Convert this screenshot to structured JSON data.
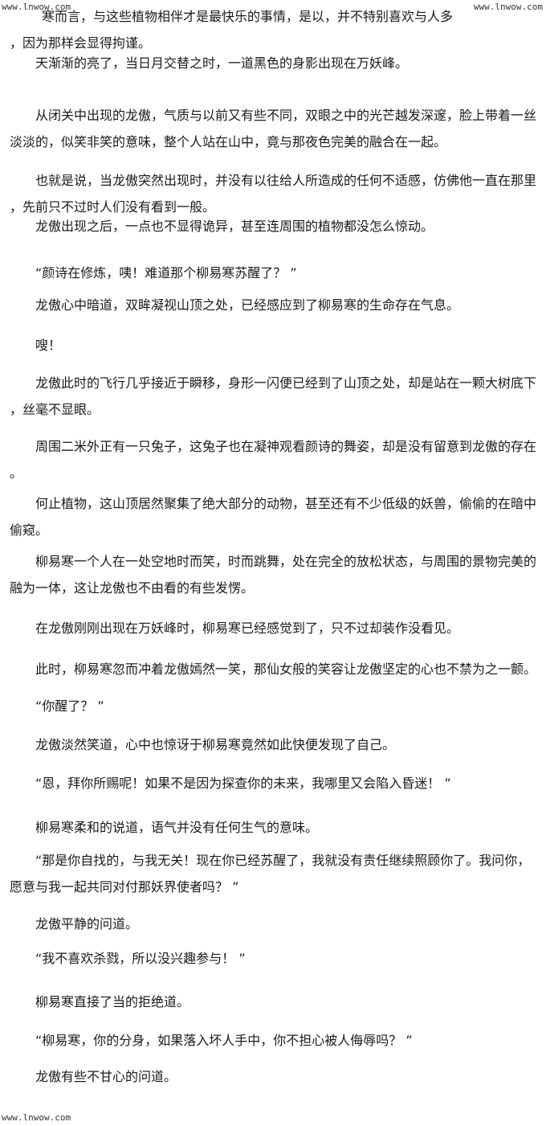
{
  "watermarks": {
    "top_left": "www.lnwow.com",
    "top_right": "www.lnwow.com",
    "bottom_left": "www.lnwow.com"
  },
  "paragraphs": [
    [
      "      寒而言，与这些植物相伴才是最快乐的事情，是以，并不特别喜欢与人多",
      "，因为那样会显得拘谨。"
    ],
    [
      "　　天渐渐的亮了，当日月交替之时，一道黑色的身影出现在万妖峰。"
    ],
    [
      "　　从闭关中出现的龙傲，气质与以前又有些不同，双眼之中的光芒越发深邃，脸上带着一丝",
      "淡淡的，似笑非笑的意味，整个人站在山中，竟与那夜色完美的融合在一起。"
    ],
    [
      "　　也就是说，当龙傲突然出现时，并没有以往给人所造成的任何不适感，仿佛他一直在那里",
      "，先前只不过时人们没有看到一般。"
    ],
    [
      "　　龙傲出现之后，一点也不显得诡异，甚至连周围的植物都没怎么惊动。"
    ],
    [
      "　　“颜诗在修炼，咦！难道那个柳易寒苏醒了？ ”"
    ],
    [
      "　　龙傲心中暗道，双眸凝视山顶之处，已经感应到了柳易寒的生命存在气息。"
    ],
    [
      "　　嗖！"
    ],
    [
      "　　龙傲此时的飞行几乎接近于瞬移，身形一闪便已经到了山顶之处，却是站在一颗大树底下",
      "，丝毫不显眼。"
    ],
    [
      "　　周围二米外正有一只兔子，这兔子也在凝神观看颜诗的舞姿，却是没有留意到龙傲的存在",
      "。"
    ],
    [
      "　　何止植物，这山顶居然聚集了绝大部分的动物，甚至还有不少低级的妖兽，偷偷的在暗中",
      "偷窥。"
    ],
    [
      "　　柳易寒一个人在一处空地时而笑，时而跳舞，处在完全的放松状态，与周围的景物完美的",
      "融为一体，这让龙傲也不由看的有些发愣。"
    ],
    [
      "　　在龙傲刚刚出现在万妖峰时，柳易寒已经感觉到了，只不过却装作没看见。"
    ],
    [
      "　　此时，柳易寒忽而冲着龙傲嫣然一笑，那仙女般的笑容让龙傲坚定的心也不禁为之一颤。"
    ],
    [
      "　　“你醒了？ ”"
    ],
    [
      "　　龙傲淡然笑道，心中也惊讶于柳易寒竟然如此快便发现了自己。"
    ],
    [
      "　　“恩，拜你所赐呢！如果不是因为探查你的未来，我哪里又会陷入昏迷！ ”"
    ],
    [
      "　　柳易寒柔和的说道，语气并没有任何生气的意味。"
    ],
    [
      "　　“那是你自找的，与我无关！现在你已经苏醒了，我就没有责任继续照顾你了。我问你，",
      "愿意与我一起共同对付那妖界使者吗？ ”"
    ],
    [
      "　　龙傲平静的问道。"
    ],
    [
      "　　“我不喜欢杀戮，所以没兴趣参与！ ”"
    ],
    [
      "　　柳易寒直接了当的拒绝道。"
    ],
    [
      "　　“柳易寒，你的分身，如果落入坏人手中，你不担心被人侮辱吗？ ”"
    ],
    [
      "　　龙傲有些不甘心的问道。"
    ]
  ]
}
